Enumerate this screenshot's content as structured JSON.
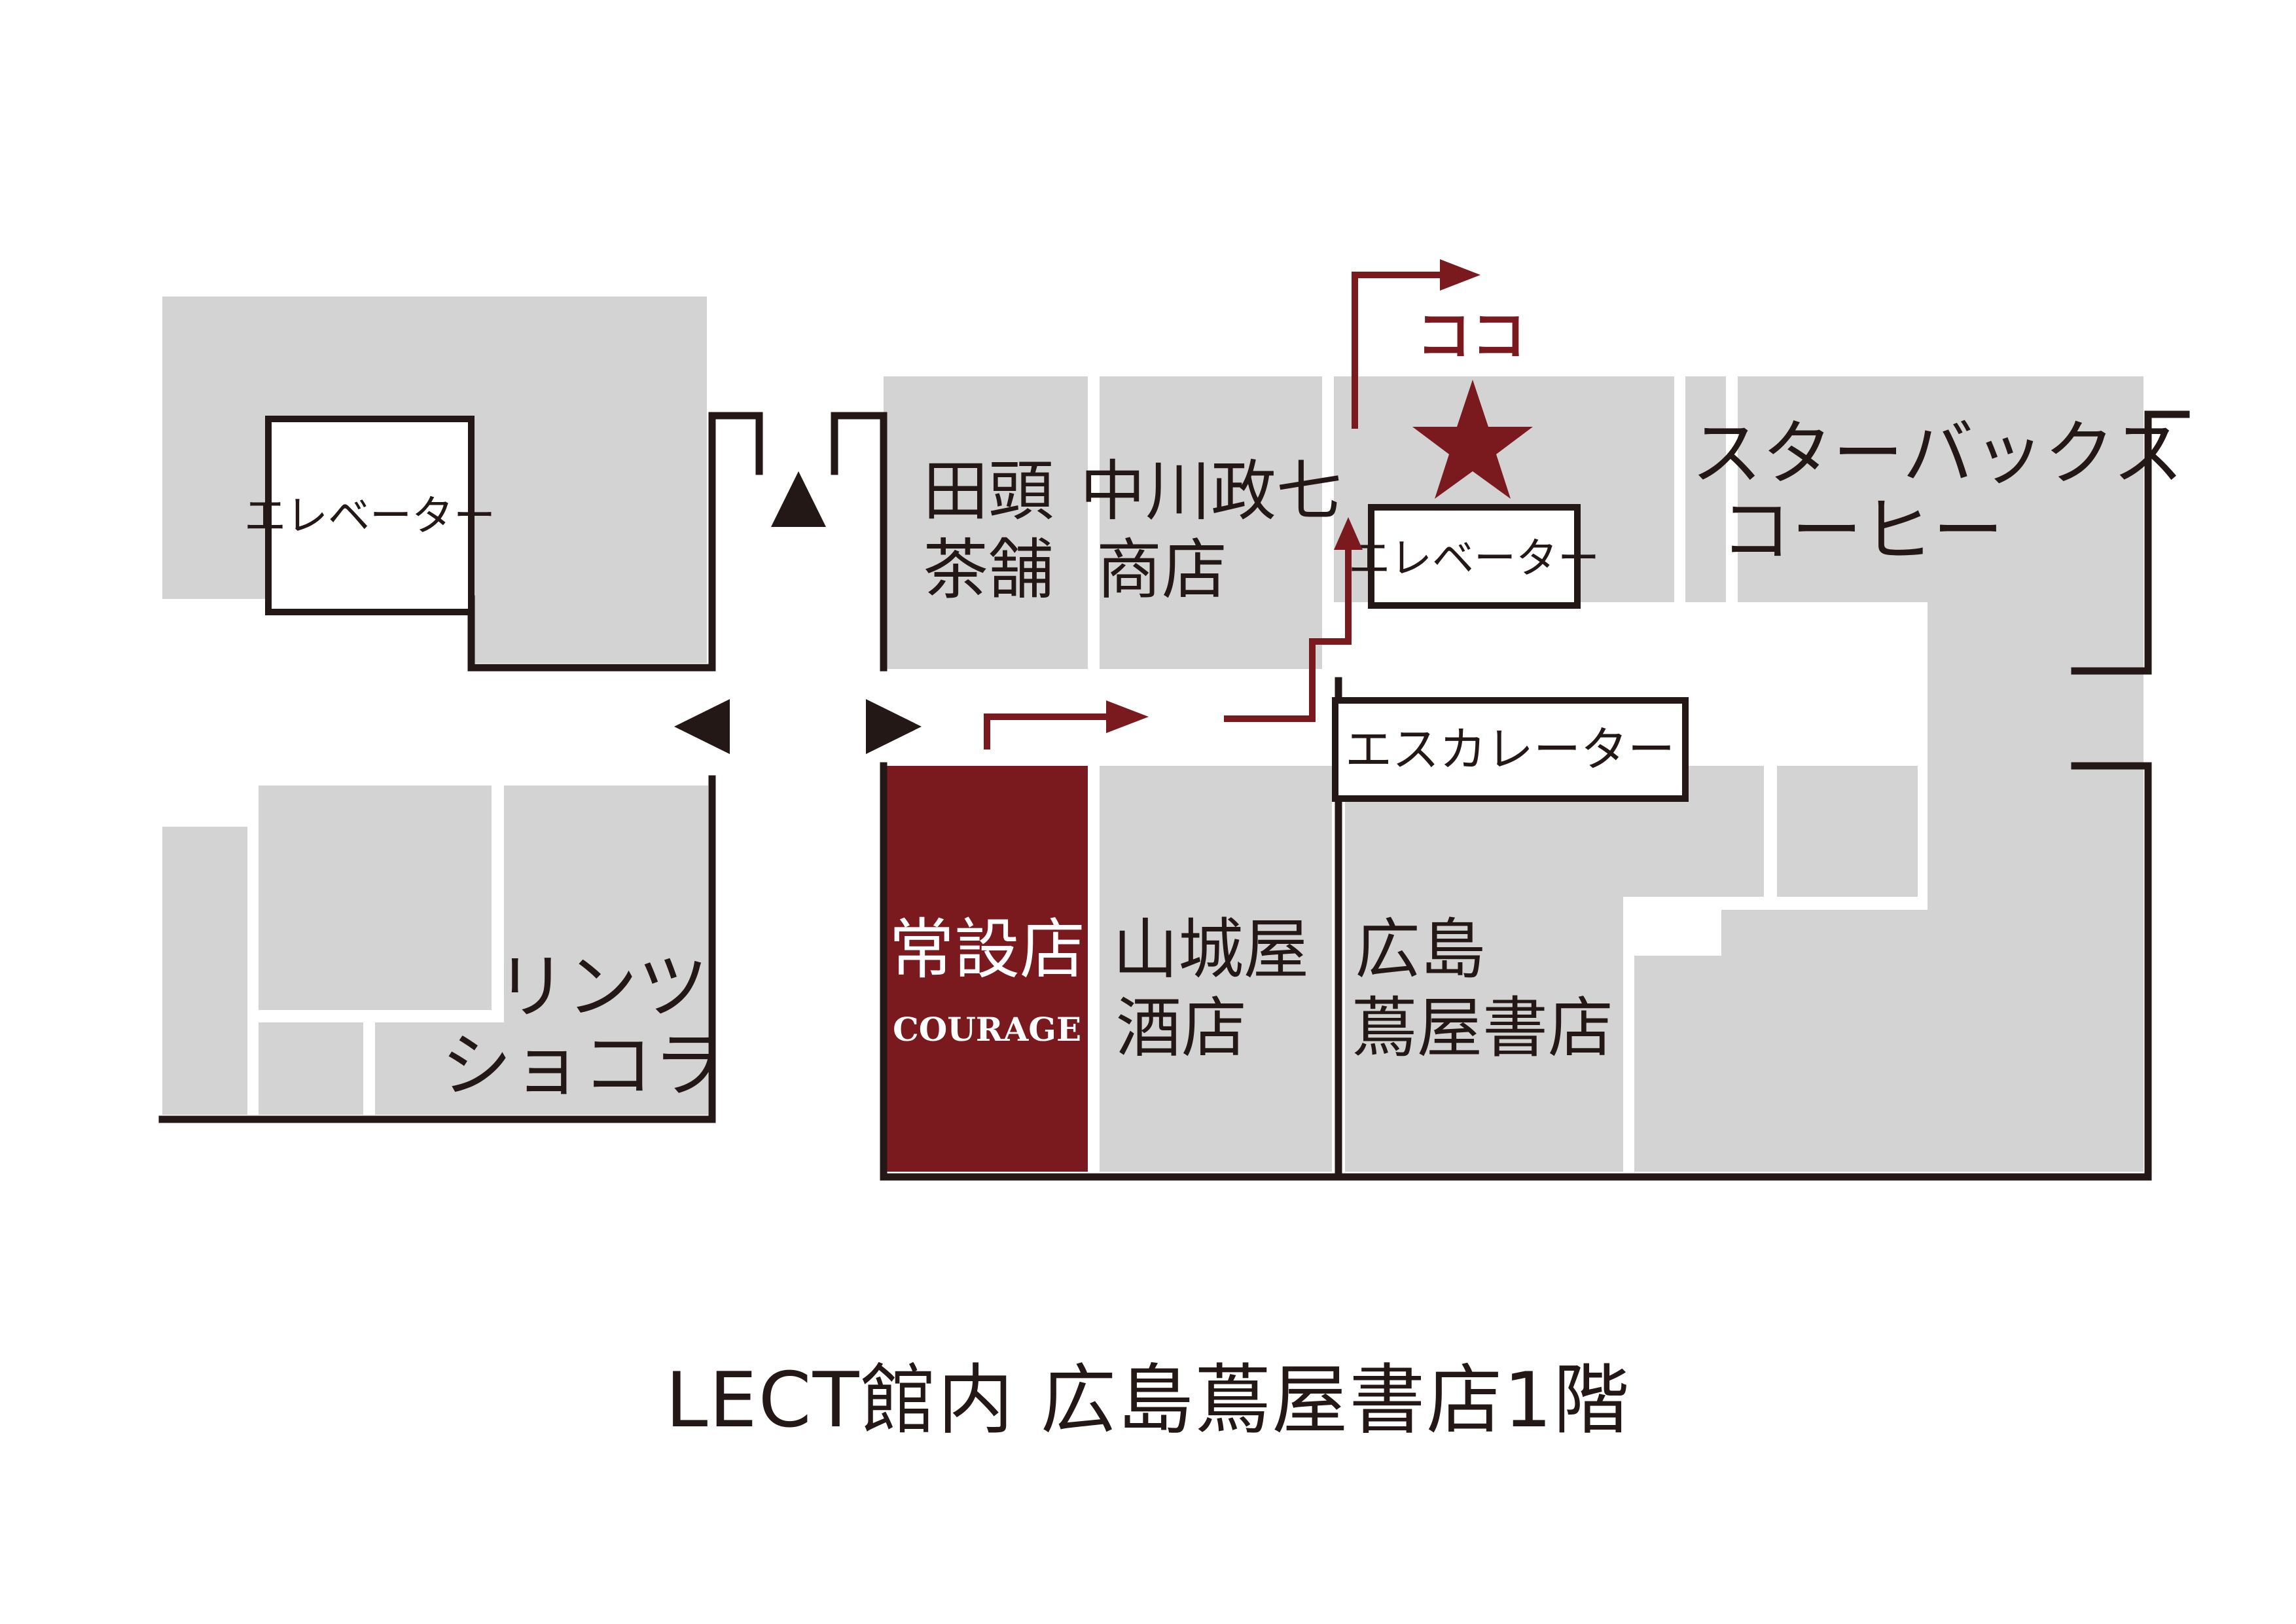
{
  "map": {
    "caption": "LECT館内 広島蔦屋書店1階",
    "marker_label": "ココ",
    "elevator_label": "エレベーター",
    "escalator_label": "エスカレーター",
    "shops": {
      "tagashira_line1": "田頭",
      "tagashira_line2": "茶舗",
      "nakagawa_line1": "中川政七",
      "nakagawa_line2": "商店",
      "starbucks_line1": "スターバックス",
      "starbucks_line2": "コーヒー",
      "lindt_line1": "リンツ",
      "lindt_line2": "ショコラ",
      "courage_line1": "常設店",
      "courage_line2": "COURAGE",
      "yamashiroya_line1": "山城屋",
      "yamashiroya_line2": "酒店",
      "tsutaya_line1": "広島",
      "tsutaya_line2": "蔦屋書店"
    }
  },
  "colors": {
    "accent": "#7a1a1f",
    "tenant_fill": "#d3d3d3",
    "wall": "#231815",
    "background": "#ffffff"
  },
  "icons": [
    "star-icon",
    "route-arrow-icon",
    "triangle-arrow-icon"
  ]
}
